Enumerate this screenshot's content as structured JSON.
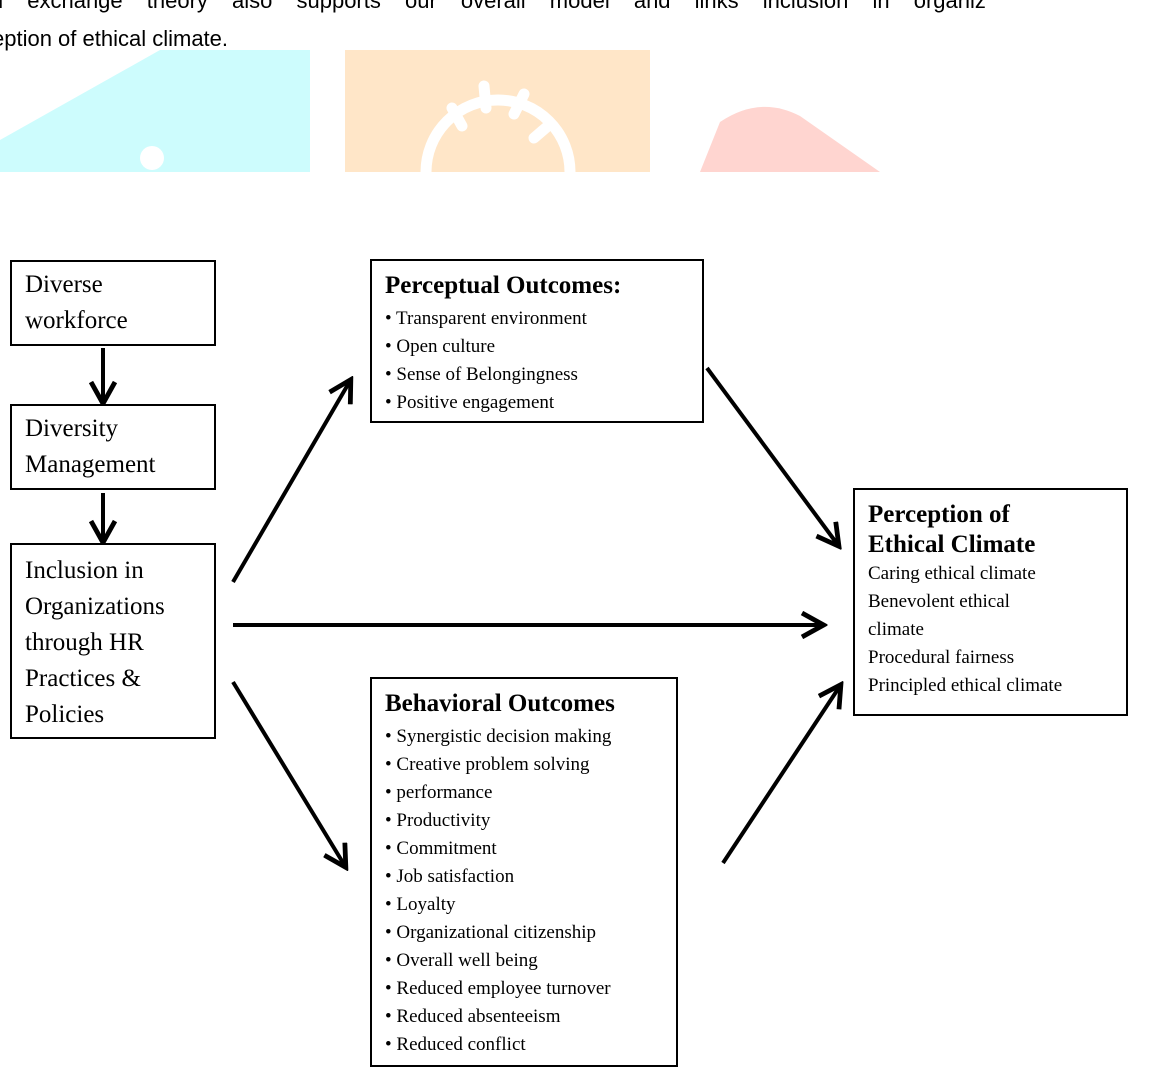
{
  "intro": {
    "line1": "al exchange theory also supports our overall model and links inclusion in organiz",
    "line2": "eption of ethical climate."
  },
  "colors": {
    "watermark_cyan": "#cdfcfd",
    "watermark_orange": "#ffe6c8",
    "watermark_red": "#ffd5d0"
  },
  "diagram": {
    "left_column": {
      "box1": "Diverse workforce",
      "box2": "Diversity Management",
      "box3": "Inclusion in Organizations through HR Practices & Policies"
    },
    "perceptual": {
      "title": "Perceptual Outcomes:",
      "items": [
        "• Transparent environment",
        "• Open culture",
        "• Sense of Belongingness",
        "• Positive engagement"
      ]
    },
    "behavioral": {
      "title": "Behavioral Outcomes",
      "items": [
        "• Synergistic  decision making",
        "• Creative problem solving",
        "• performance",
        "• Productivity",
        "• Commitment",
        "• Job satisfaction",
        "•  Loyalty",
        "• Organizational  citizenship",
        "• Overall  well being",
        "• Reduced employee turnover",
        "• Reduced absenteeism",
        "• Reduced conflict"
      ]
    },
    "ethical": {
      "title": "Perception of Ethical Climate",
      "lines": [
        "Caring ethical climate",
        "Benevolent  ethical",
        "climate",
        "Procedural fairness",
        "Principled ethical climate"
      ]
    }
  }
}
